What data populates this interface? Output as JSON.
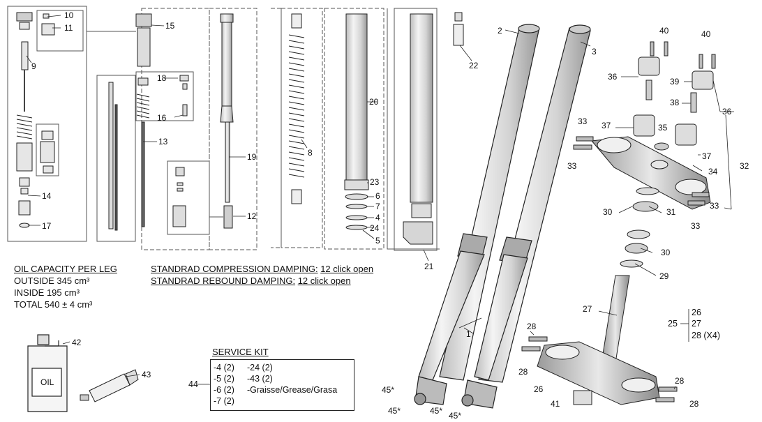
{
  "oil_capacity": {
    "title": "OIL CAPACITY PER LEG",
    "outside": "OUTSIDE 345 cm³",
    "inside": "INSIDE 195 cm³",
    "total": "TOTAL 540 ± 4 cm³"
  },
  "damping": {
    "compression_label": "STANDRAD COMPRESSION DAMPING:",
    "compression_value": "12 click open",
    "rebound_label": "STANDRAD REBOUND DAMPING:",
    "rebound_value": "12 click open"
  },
  "service_kit": {
    "title": "SERVICE KIT",
    "ref": "44",
    "col1": [
      "-4 (2)",
      "-5 (2)",
      "-6 (2)",
      "-7 (2)"
    ],
    "col2": [
      "-24 (2)",
      "-43 (2)",
      "-Graisse/Grease/Grasa"
    ]
  },
  "group_25": {
    "ref": "25",
    "items": [
      "26",
      "27",
      "28 (X4)"
    ]
  },
  "oil_bottle_text": "OIL",
  "callouts": [
    "10",
    "11",
    "9",
    "14",
    "17",
    "15",
    "18",
    "16",
    "13",
    "19",
    "12",
    "8",
    "20",
    "23",
    "6",
    "7",
    "4",
    "24",
    "5",
    "21",
    "22",
    "2",
    "3",
    "1",
    "40",
    "40",
    "36",
    "39",
    "38",
    "36",
    "37",
    "35",
    "37",
    "33",
    "33",
    "34",
    "32",
    "33",
    "33",
    "30",
    "31",
    "30",
    "29",
    "27",
    "28",
    "28",
    "26",
    "41",
    "28",
    "28",
    "45*",
    "45*",
    "45*",
    "45*",
    "42",
    "43"
  ]
}
